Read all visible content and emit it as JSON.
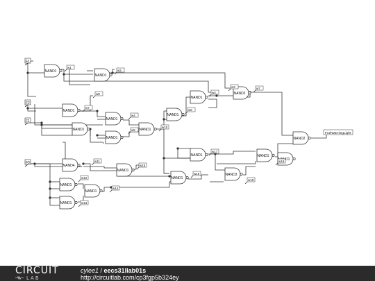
{
  "circuit": {
    "inputs": [
      "F1",
      "F2",
      "F1",
      "F0"
    ],
    "gate_label": "NAND1",
    "gate_label_alt": "NAND2",
    "gate_labels": [
      "NAND1",
      "NAND1",
      "NAND2",
      "NAND1",
      "NAND1",
      "NAND1",
      "NAND1",
      "NAND1",
      "NAND1",
      "NAND1",
      "NAND4",
      "NAND1",
      "NAND1",
      "NAND1",
      "NAND1",
      "NAND1",
      "NAND1",
      "NAND3",
      "NAND1",
      "NAND2",
      "NAND1"
    ],
    "wires": [
      "w1",
      "w2",
      "w3",
      "w4",
      "w5",
      "w6",
      "w7",
      "w8",
      "w9",
      "w10",
      "w11",
      "w12",
      "w13",
      "w14",
      "w15",
      "w16",
      "w17",
      "w18",
      "w19",
      "w7",
      "w4"
    ],
    "output_label": "FuelWarningLight",
    "colors": {
      "line": "#333333",
      "background": "#ffffff",
      "footer": "#2b2b2b"
    }
  },
  "footer": {
    "logo_top": "CIRCUIT",
    "logo_bottom": "LAB",
    "user": "cylee1",
    "separator": " / ",
    "project": "eecs31llab01s",
    "url": "http://circuitlab.com/cp3fgp5b324ey"
  }
}
